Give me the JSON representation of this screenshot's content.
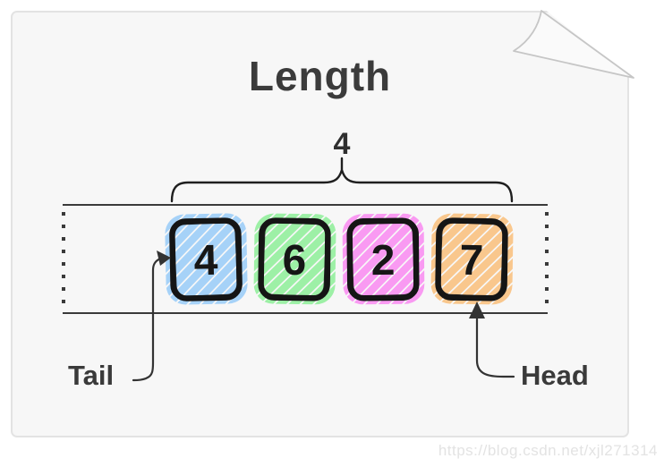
{
  "title": "Length",
  "length_brace": {
    "value": "4"
  },
  "tail_label": "Tail",
  "head_label": "Head",
  "watermark": "https://blog.csdn.net/xjl271314",
  "cells": [
    {
      "value": "4",
      "color": "#a6d2f8"
    },
    {
      "value": "6",
      "color": "#9df0a6"
    },
    {
      "value": "2",
      "color": "#f99af2"
    },
    {
      "value": "7",
      "color": "#f9c78d"
    }
  ],
  "colors": {
    "ink": "#1a1a1a",
    "label_text": "#3a3a3a",
    "card_background": "#f7f7f7",
    "card_border": "#e3e3e3",
    "watermark": "#e3e3e3"
  }
}
